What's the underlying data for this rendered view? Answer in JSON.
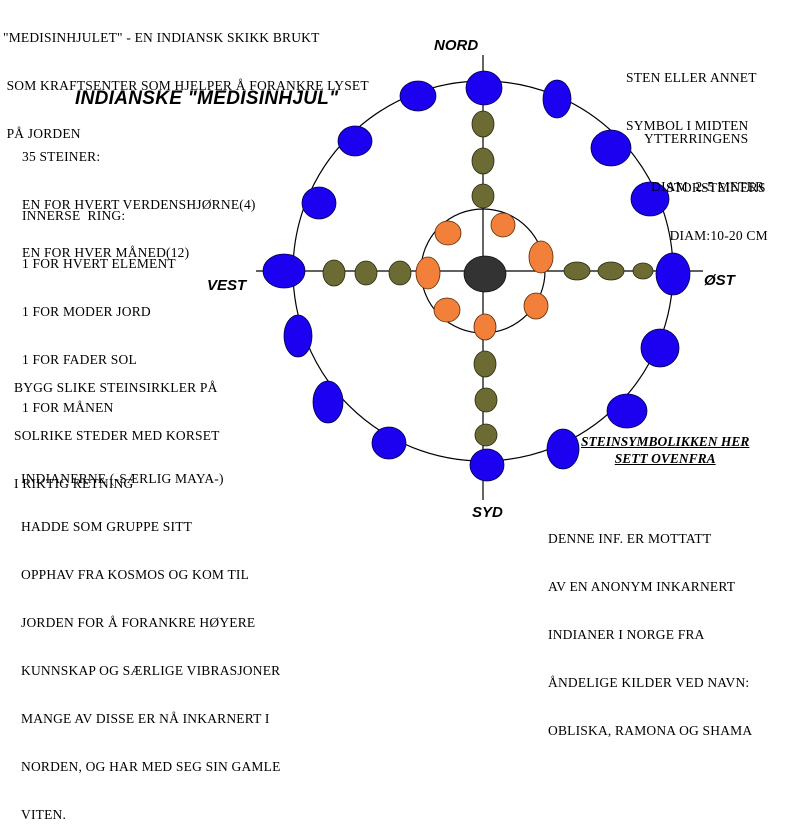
{
  "header": {
    "lines": [
      "\"MEDISINHJULET\" - EN INDIANSK SKIKK BRUKT",
      " SOM KRAFTSENTER SOM HJELPER Å FORANKRE LYSET",
      " PÅ JORDEN"
    ]
  },
  "title": "INDIANSKE \"MEDISINHJUL\"",
  "directions": {
    "north": "NORD",
    "south": "SYD",
    "west": "VEST",
    "east": "ØST"
  },
  "stones_info": {
    "lines": [
      "35 STEINER:",
      "EN FOR HVERT VERDENSHJØRNE(4)",
      "EN FOR HVER MÅNED(12)"
    ]
  },
  "inner_ring_info": {
    "lines": [
      "INNERSE  RING:",
      "1 FOR HVERT ELEMENT",
      "1 FOR MODER JORD",
      "1 FOR FADER SOL",
      "1 FOR MÅNEN"
    ]
  },
  "center_info": {
    "lines": [
      "STEN ELLER ANNET",
      "SYMBOL I MIDTEN"
    ]
  },
  "outer_diam_info": {
    "lines": [
      "YTTERRINGENS",
      "  DIAM: 2-5 METER"
    ]
  },
  "stone_diam_info": {
    "lines": [
      "STORSTEINERS",
      " DIAM:10-20 CM"
    ]
  },
  "build_info": {
    "lines": [
      "BYGG SLIKE STEINSIRKLER PÅ",
      "SOLRIKE STEDER MED KORSET",
      "I RIKTIG RETNING"
    ]
  },
  "indians_info": {
    "lines": [
      "INDIANERNE (-SÆRLIG MAYA-)",
      "HADDE SOM GRUPPE SITT",
      "OPPHAV FRA KOSMOS OG KOM TIL",
      "JORDEN FOR Å FORANKRE HØYERE",
      "KUNNSKAP OG SÆRLIGE VIBRASJONER",
      "MANGE AV DISSE ER NÅ INKARNERT I",
      "NORDEN, OG HAR MED SEG SIN GAMLE",
      "VITEN."
    ]
  },
  "symbolism_note": {
    "lines": [
      "STEINSYMBOLIKKEN HER",
      "SETT OVENFRA"
    ]
  },
  "source_info": {
    "lines": [
      "DENNE INF. ER MOTTATT",
      "AV EN ANONYM INKARNERT",
      "INDIANER I NORGE FRA",
      "ÅNDELIGE KILDER VED NAVN:",
      "OBLISKA, RAMONA OG SHAMA"
    ]
  },
  "colors": {
    "outer_stone": "#1c00f0",
    "spoke_stone": "#6b6b33",
    "inner_stone": "#f2803a",
    "center_stone": "#333333",
    "lines": "#000000"
  }
}
